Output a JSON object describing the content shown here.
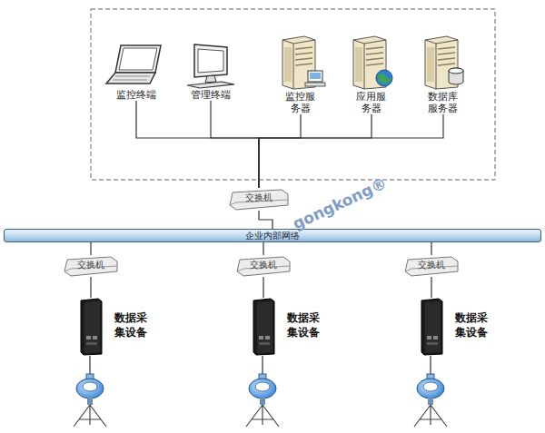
{
  "diagram": {
    "nodes": [
      {
        "text": [
          "监控终端"
        ]
      },
      {
        "text": [
          "管理终端"
        ]
      },
      {
        "text": [
          "监控服务器"
        ]
      },
      {
        "text": [
          "应用服务器"
        ]
      },
      {
        "text": [
          "数据库服务器"
        ]
      },
      {
        "text": [
          "交换机"
        ]
      },
      {
        "text": [
          "企业内部网络"
        ]
      },
      {
        "text": [
          "交换机"
        ]
      },
      {
        "text": [
          "交换机"
        ]
      },
      {
        "text": [
          "交换机"
        ]
      },
      {
        "text": [
          "数据采集设备"
        ]
      },
      {
        "text": [
          "数据采集设备"
        ]
      },
      {
        "text": [
          "数据采集设备"
        ]
      }
    ],
    "edges": [
      {
        "from": 0,
        "to": 5,
        "arrow": "none"
      },
      {
        "from": 1,
        "to": 5,
        "arrow": "none"
      },
      {
        "from": 2,
        "to": 5,
        "arrow": "none"
      },
      {
        "from": 3,
        "to": 5,
        "arrow": "none"
      },
      {
        "from": 4,
        "to": 5,
        "arrow": "none"
      },
      {
        "from": 5,
        "to": 6,
        "arrow": "none"
      },
      {
        "from": 6,
        "to": 7,
        "arrow": "none"
      },
      {
        "from": 6,
        "to": 8,
        "arrow": "none"
      },
      {
        "from": 6,
        "to": 9,
        "arrow": "none"
      },
      {
        "from": 7,
        "to": 10,
        "arrow": "none"
      },
      {
        "from": 8,
        "to": 11,
        "arrow": "none"
      },
      {
        "from": 9,
        "to": 12,
        "arrow": "none"
      }
    ],
    "labels": [
      "gongkong®"
    ]
  }
}
